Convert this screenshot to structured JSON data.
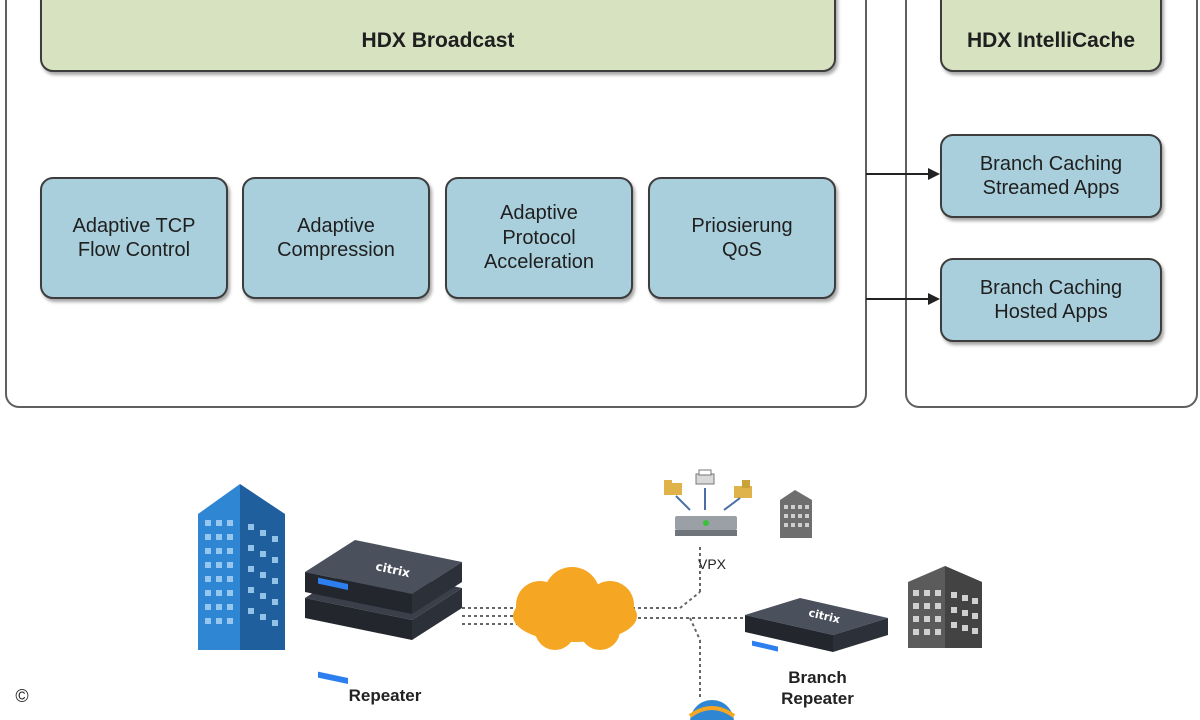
{
  "top": {
    "broadcast": {
      "title": "HDX Broadcast",
      "modules": [
        {
          "line1": "Adaptive TCP",
          "line2": "Flow Control"
        },
        {
          "line1": "Adaptive",
          "line2": "Compression"
        },
        {
          "line1": "Adaptive",
          "line2": "Protocol",
          "line3": "Acceleration"
        },
        {
          "line1": "Priosierung",
          "line2": "QoS"
        }
      ]
    },
    "intellicache": {
      "title": "HDX IntelliCache",
      "modules": [
        {
          "line1": "Branch Caching",
          "line2": "Streamed Apps"
        },
        {
          "line1": "Branch Caching",
          "line2": "Hosted Apps"
        }
      ]
    }
  },
  "network": {
    "repeater_label": "Repeater",
    "vpx_label": "VPX",
    "branch_label_1": "Branch",
    "branch_label_2": "Repeater",
    "device_brand": "citrix",
    "copyright": "©"
  },
  "colors": {
    "green_box": "#d7e2c1",
    "blue_box": "#a9cfdc",
    "cloud": "#f5a623",
    "building_blue": "#2f86d2",
    "building_gray": "#5b5b5b"
  }
}
